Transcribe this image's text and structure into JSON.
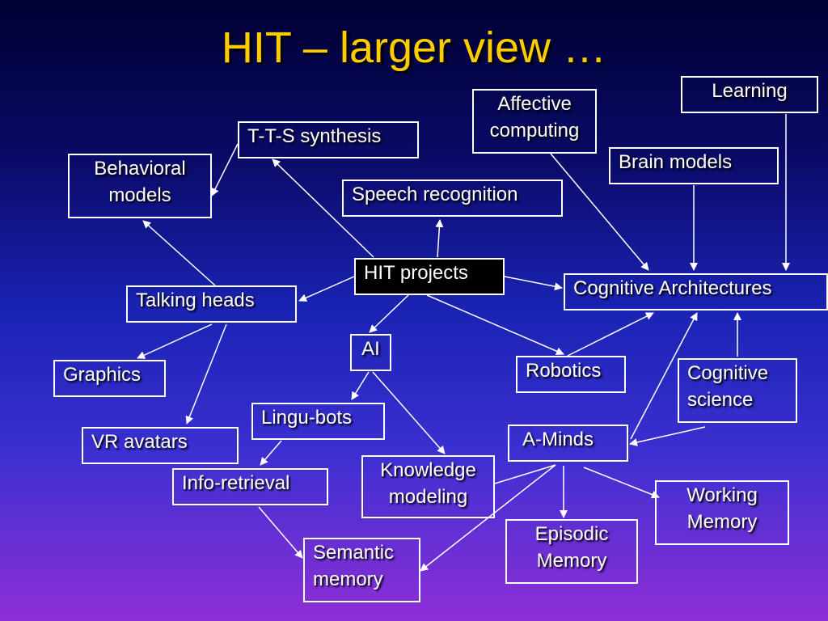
{
  "slide": {
    "title": "HIT – larger view …"
  },
  "nodes": {
    "learning": "Learning",
    "affective": "Affective\ncomputing",
    "tts": "T-T-S synthesis",
    "behavioral": "Behavioral\nmodels",
    "brain": "Brain models",
    "speech": "Speech recognition",
    "hit": "HIT projects",
    "cogarch": "Cognitive Architectures",
    "talking": "Talking heads",
    "ai": "AI",
    "robotics": "Robotics",
    "cogsci": "Cognitive\nscience",
    "graphics": "Graphics",
    "lingu": "Lingu-bots",
    "vr": "VR avatars",
    "aminds": "A-Minds",
    "knowledge": "Knowledge\nmodeling",
    "info": "Info-retrieval",
    "working": "Working\nMemory",
    "episodic": "Episodic\nMemory",
    "semantic": "Semantic\nmemory"
  },
  "colors": {
    "title": "#ffcc00",
    "line": "#ffffff",
    "node_border": "#ffffff",
    "hit_fill": "#000000",
    "background_top": "#000033",
    "background_bottom": "#8e2fd6"
  }
}
